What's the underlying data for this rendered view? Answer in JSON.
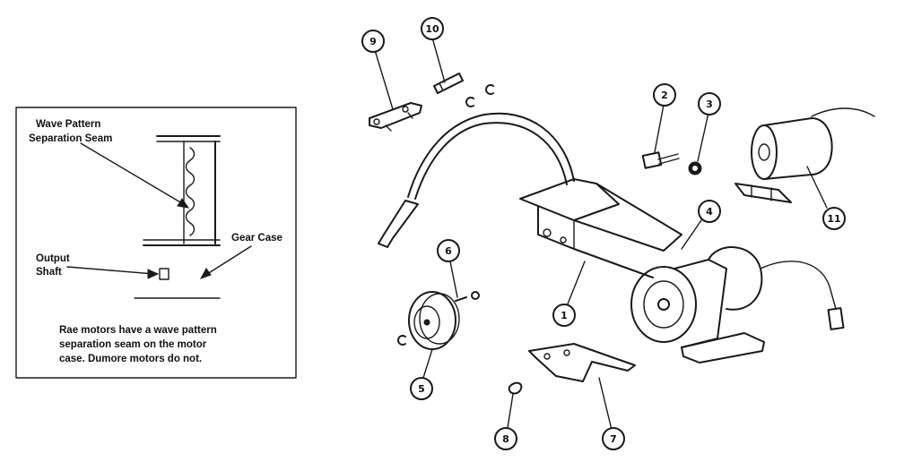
{
  "inset": {
    "label_wave_pattern": "Wave Pattern",
    "label_separation_seam": "Separation Seam",
    "label_output": "Output",
    "label_shaft": "Shaft",
    "label_gear_case": "Gear Case",
    "note_line1": "Rae motors have a wave pattern",
    "note_line2": "separation seam on the motor",
    "note_line3": "case. Dumore motors do not."
  },
  "callouts": {
    "c1": "1",
    "c2": "2",
    "c3": "3",
    "c4": "4",
    "c5": "5",
    "c6": "6",
    "c7": "7",
    "c8": "8",
    "c9": "9",
    "c10": "10",
    "c11": "11"
  }
}
